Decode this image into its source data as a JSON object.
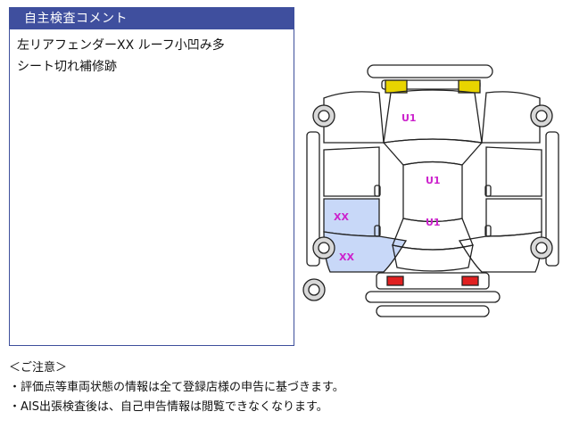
{
  "panel": {
    "title": "自主検査コメント",
    "comments": [
      "左リアフェンダーXX ルーフ小凹み多",
      "シート切れ補修跡"
    ]
  },
  "damage_marks": {
    "hood": "U1",
    "roof": "U1",
    "rear_roof": "U1",
    "left_rear_door": "XX",
    "left_rear_fender": "XX"
  },
  "notes": {
    "heading": "＜ご注意＞",
    "lines": [
      "・評価点等車両状態の情報は全て登録店様の申告に基づきます。",
      "・AIS出張検査後は、自己申告情報は閲覧できなくなります。"
    ]
  },
  "colors": {
    "header_bg": "#3f4f9e",
    "damage_fill": "#c8d8f8",
    "mark_text": "#cc22cc",
    "headlight": "#e8d400",
    "taillight": "#e02020"
  }
}
